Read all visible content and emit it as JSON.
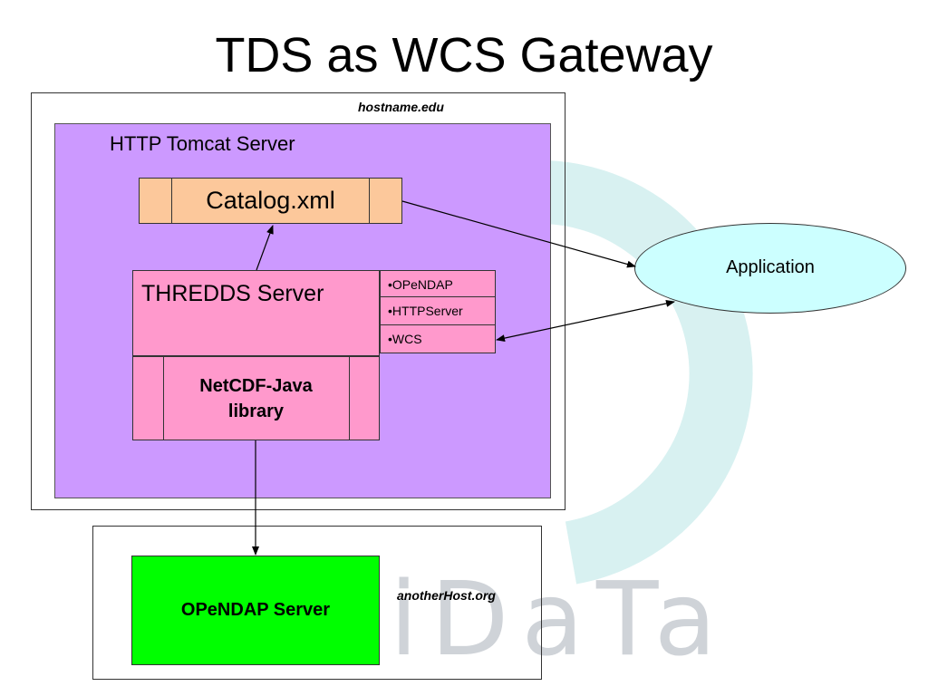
{
  "title": "TDS as WCS Gateway",
  "hosts": {
    "primary": "hostname.edu",
    "secondary": "anotherHost.org"
  },
  "tomcat": {
    "label": "HTTP Tomcat Server"
  },
  "catalog": {
    "label": "Catalog.xml"
  },
  "thredds": {
    "label": "THREDDS Server",
    "services": [
      "•OPeNDAP",
      "•HTTPServer",
      "•WCS"
    ]
  },
  "netcdf": {
    "line1": "NetCDF-Java",
    "line2": "library"
  },
  "opendap_server": {
    "label": "OPeNDAP Server"
  },
  "application": {
    "label": "Application"
  },
  "watermark": {
    "text": "iDaTa"
  },
  "colors": {
    "tomcat": "#cc99ff",
    "catalog": "#fcc89b",
    "thredds": "#ff99cc",
    "opendap_server": "#00ff00",
    "application": "#ccffff"
  }
}
